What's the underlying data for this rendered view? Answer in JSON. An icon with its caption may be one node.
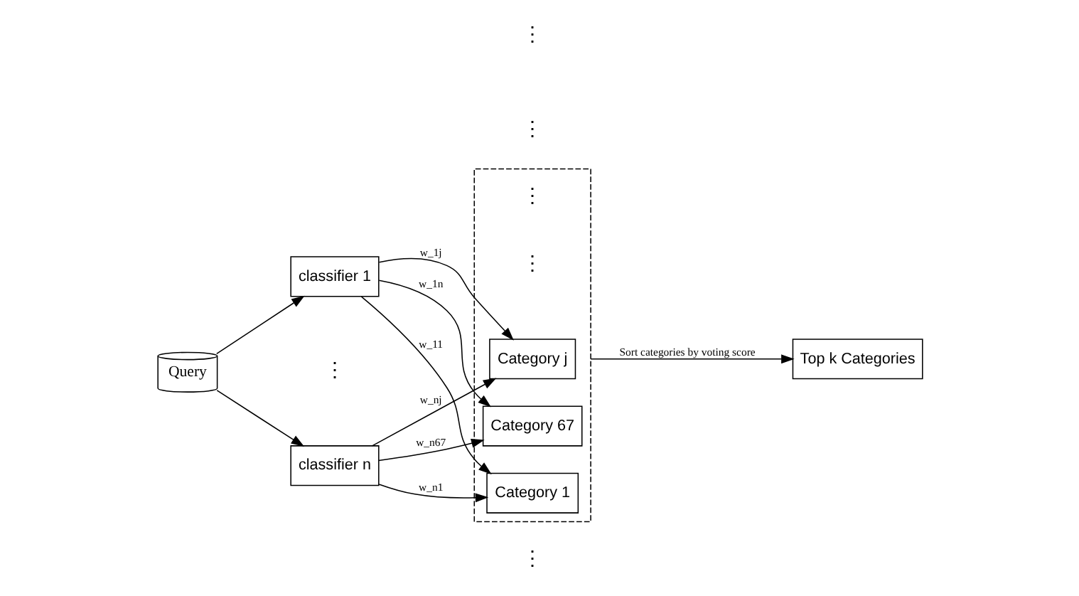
{
  "diagram": {
    "nodes": [
      {
        "text": [
          "Query"
        ]
      },
      {
        "text": [
          "classifier 1"
        ]
      },
      {
        "text": [
          "classifier n"
        ]
      },
      {
        "text": [],
        "shape": "box"
      },
      {
        "text": [
          "Category 1"
        ],
        "in": 3
      },
      {
        "text": [
          "Category j"
        ],
        "in": 3
      },
      {
        "text": [
          "Category 67"
        ],
        "in": 3
      },
      {
        "text": [
          "Top k Categories"
        ]
      }
    ],
    "edges": [
      {
        "from": 0,
        "to": 1,
        "arrow": "to"
      },
      {
        "from": 0,
        "to": 2,
        "arrow": "to"
      },
      {
        "from": 1,
        "to": 4,
        "arrow": "to",
        "label": "w_11"
      },
      {
        "from": 1,
        "to": 5,
        "arrow": "to",
        "label": "w_1j"
      },
      {
        "from": 1,
        "to": 6,
        "arrow": "to",
        "label": "w_1n"
      },
      {
        "from": 2,
        "to": 4,
        "arrow": "to",
        "label": "w_n1"
      },
      {
        "from": 2,
        "to": 5,
        "arrow": "to",
        "label": "w_nj"
      },
      {
        "from": 2,
        "to": 6,
        "arrow": "to",
        "label": "w_n67"
      },
      {
        "from": 3,
        "to": 7,
        "arrow": "to",
        "label": "Sort categories by voting score"
      }
    ],
    "labels": [
      "⋮",
      "⋮",
      "⋮",
      "⋮",
      "⋮",
      "⋮"
    ]
  }
}
